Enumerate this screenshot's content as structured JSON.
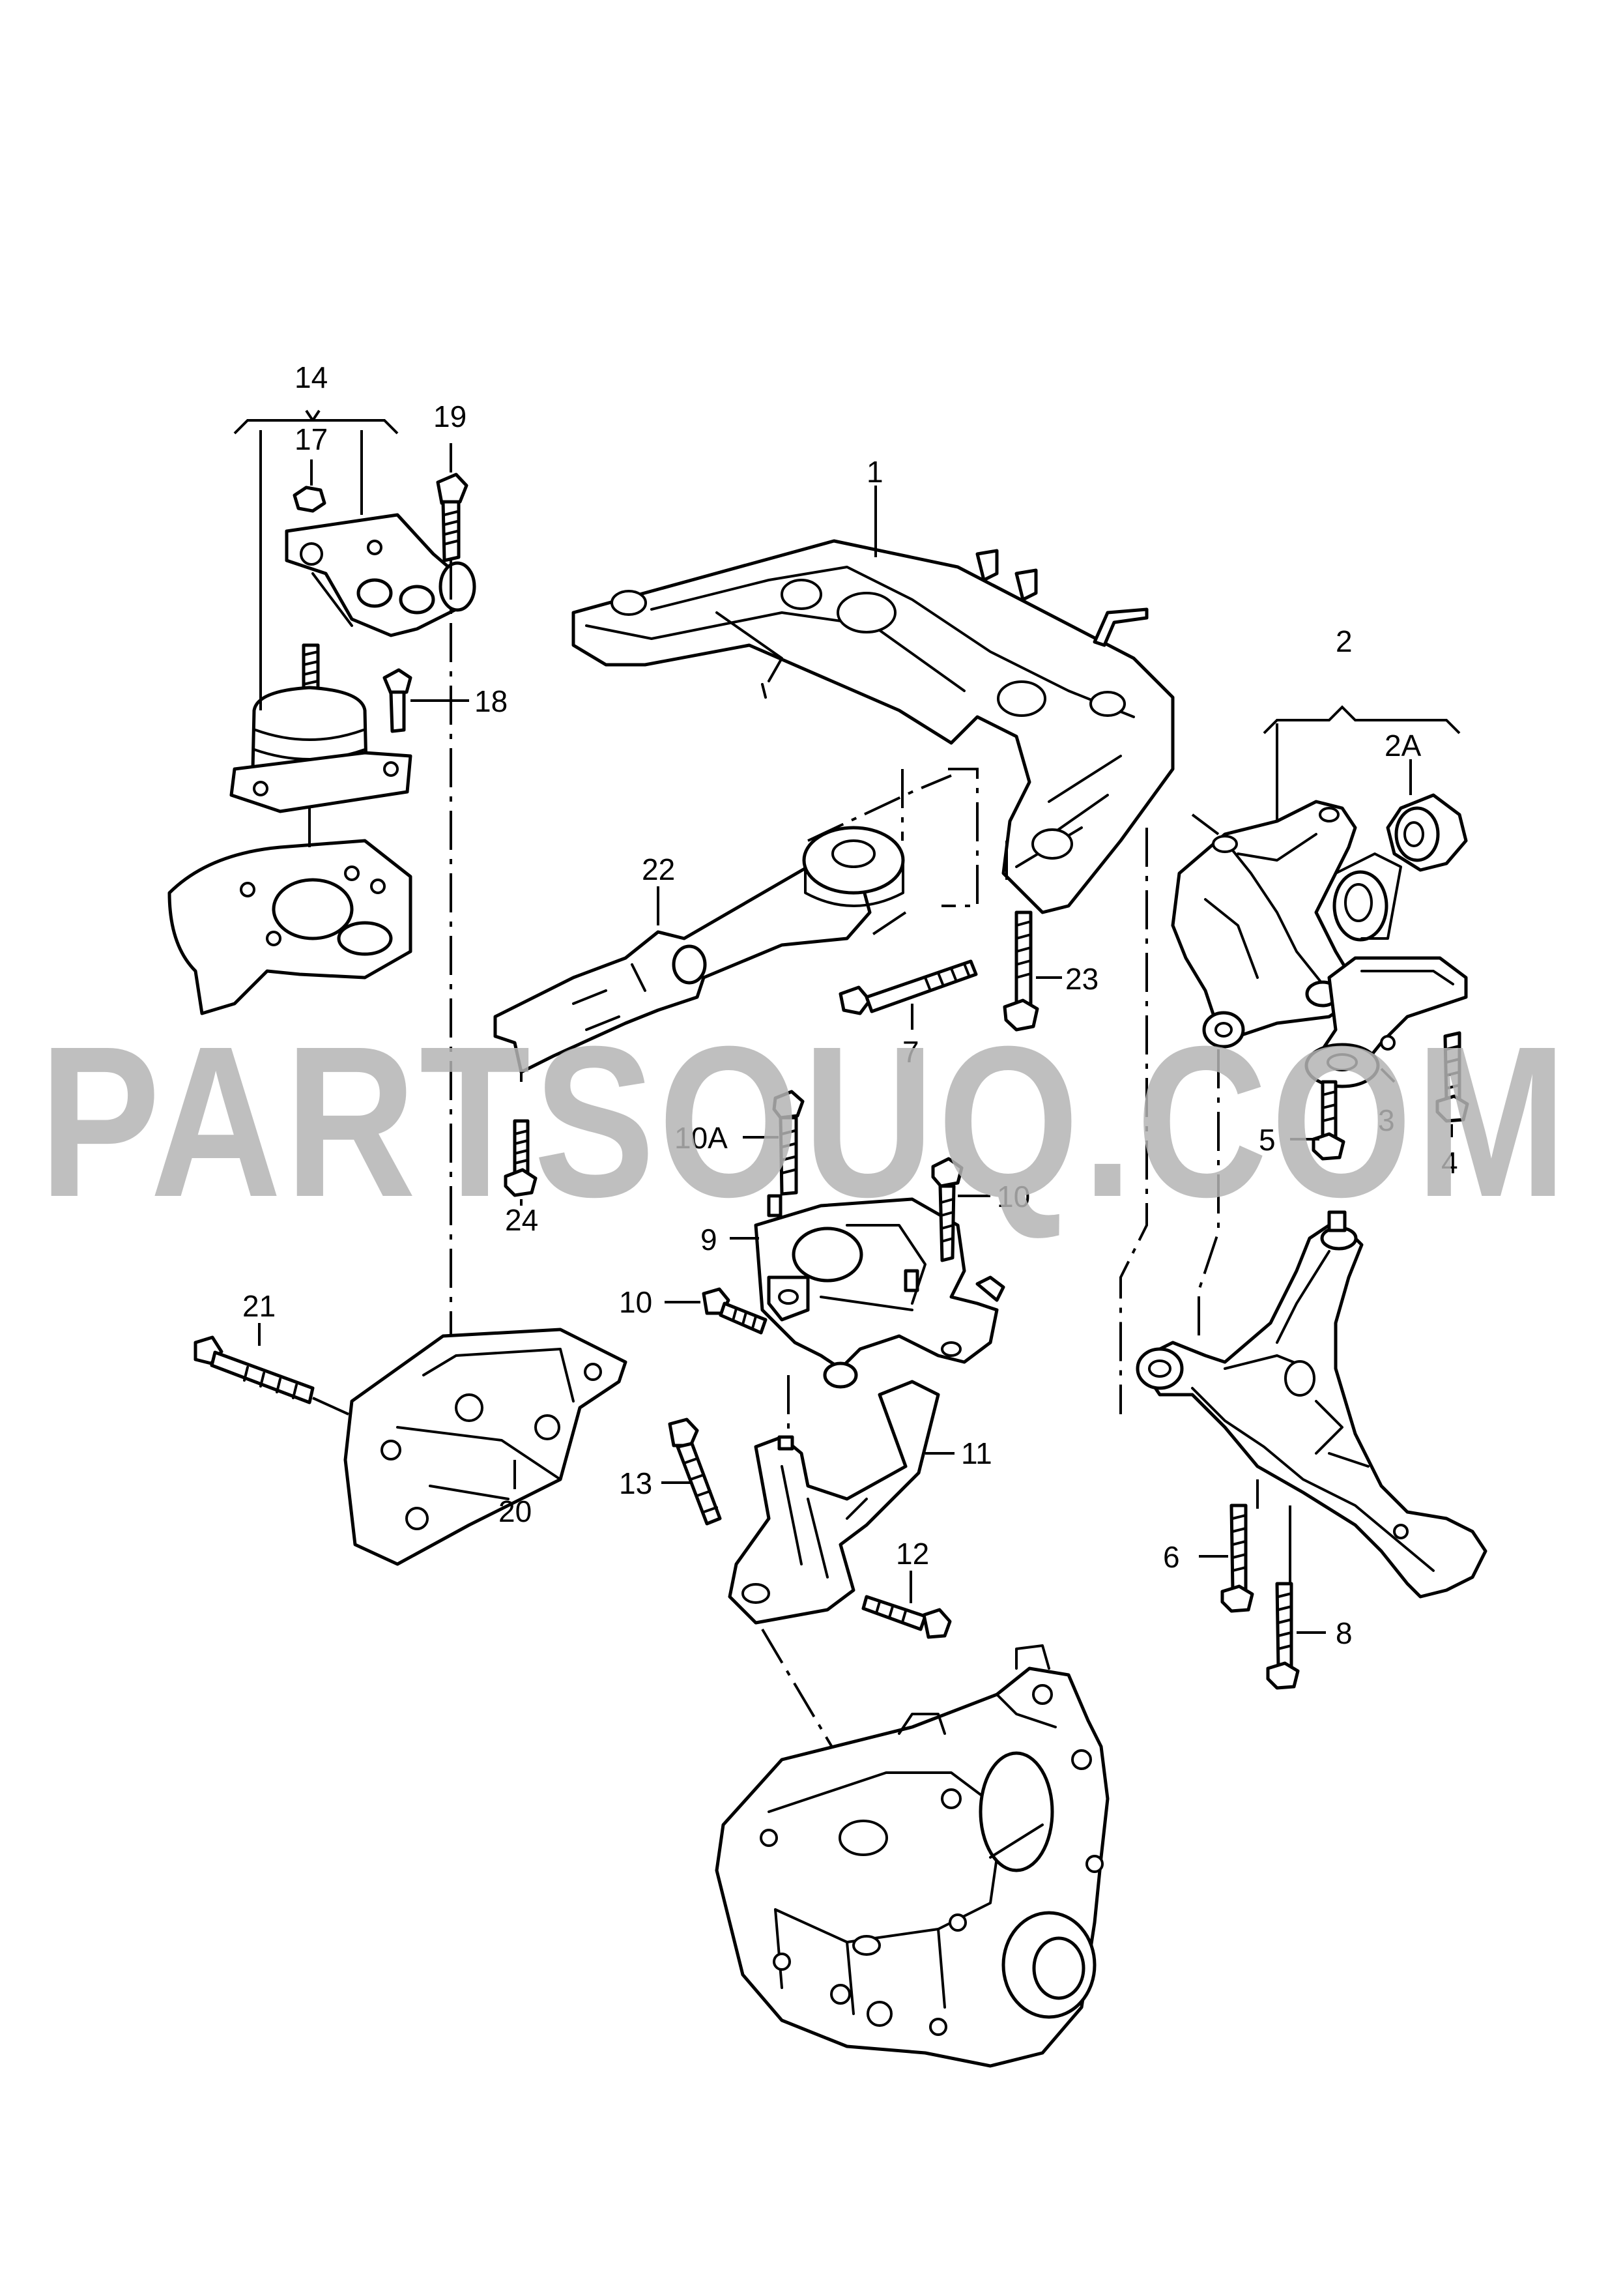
{
  "watermark": "PARTSOUQ.COM",
  "callouts": {
    "c1": "1",
    "c2": "2",
    "c2a": "2A",
    "c3": "3",
    "c4": "4",
    "c5": "5",
    "c6": "6",
    "c7": "7",
    "c8": "8",
    "c9": "9",
    "c10a": "10A",
    "c10b": "10",
    "c10c": "10",
    "c11": "11",
    "c12": "12",
    "c13": "13",
    "c14": "14",
    "c17": "17",
    "c18": "18",
    "c19": "19",
    "c20": "20",
    "c21": "21",
    "c22": "22",
    "c23": "23",
    "c24": "24"
  }
}
